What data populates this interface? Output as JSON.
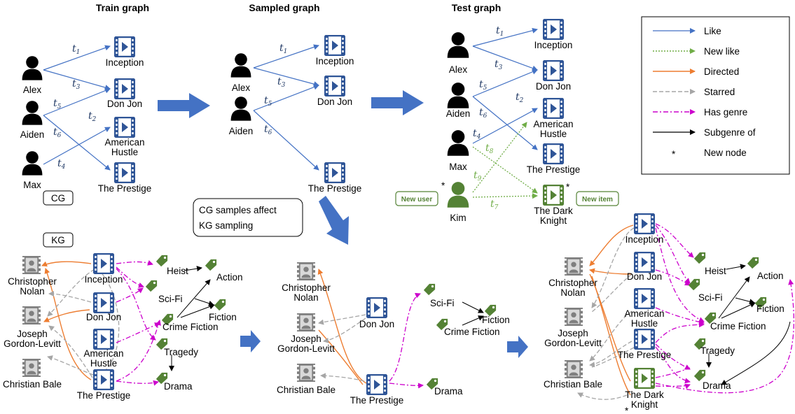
{
  "headers": {
    "train": "Train graph",
    "sampled": "Sampled graph",
    "test": "Test graph"
  },
  "users": {
    "alex": "Alex",
    "aiden": "Aiden",
    "max": "Max",
    "kim": "Kim"
  },
  "movies": {
    "inception": "Inception",
    "don_jon": "Don Jon",
    "american_hustle_1": "American",
    "american_hustle_2": "Hustle",
    "the_prestige": "The Prestige",
    "dark_knight_1": "The Dark",
    "dark_knight_2": "Knight"
  },
  "people": {
    "nolan_1": "Christopher",
    "nolan_2": "Nolan",
    "jgl_1": "Joseph",
    "jgl_2": "Gordon-Levitt",
    "bale": "Christian Bale"
  },
  "genres": {
    "heist": "Heist",
    "action": "Action",
    "scifi": "Sci-Fi",
    "fiction": "Fiction",
    "crime_fiction": "Crime Fiction",
    "tragedy": "Tragedy",
    "drama": "Drama"
  },
  "time_labels": {
    "t1": "t",
    "s1": "1",
    "s2": "2",
    "s3": "3",
    "s4": "4",
    "s5": "5",
    "s6": "6",
    "s7": "7",
    "s8": "8",
    "s9": "9"
  },
  "tags": {
    "cg": "CG",
    "kg": "KG",
    "new_user": "New user",
    "new_item": "New item",
    "star": "*"
  },
  "note": {
    "line1": "CG samples affect",
    "line2": "KG sampling"
  },
  "legend": {
    "like": "Like",
    "new_like": "New like",
    "directed": "Directed",
    "starred": "Starred",
    "has_genre": "Has genre",
    "subgenre": "Subgenre of",
    "new_node": "New node",
    "star": "*"
  },
  "colors": {
    "like": "#4472c4",
    "new_like": "#70ad47",
    "directed": "#ed7d31",
    "starred": "#a6a6a6",
    "has_genre": "#cc00cc",
    "subgenre": "#000000",
    "movie": "#2f5597",
    "person": "#7f7f7f",
    "tag": "#548235"
  }
}
